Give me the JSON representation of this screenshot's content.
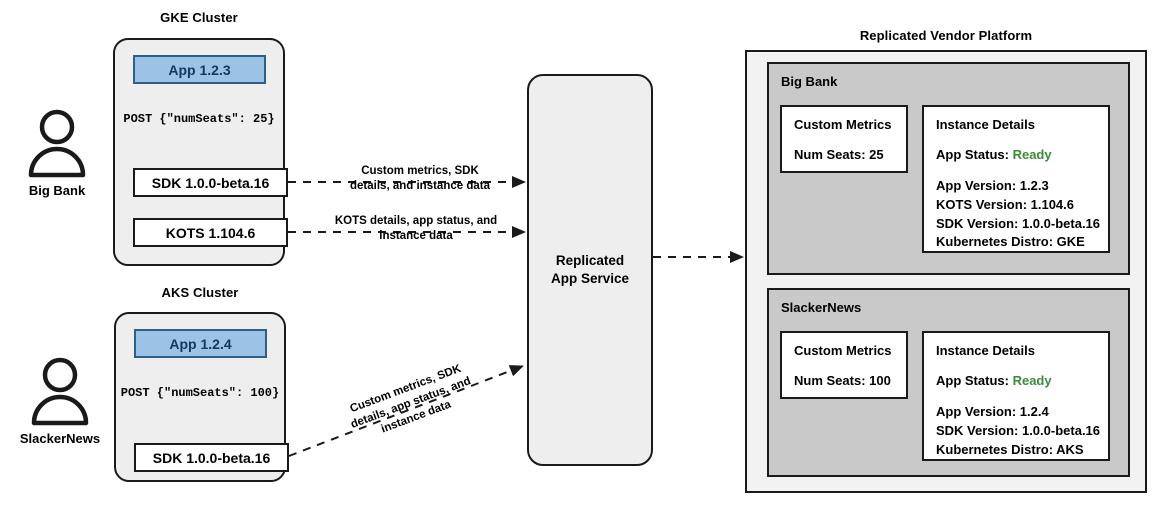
{
  "diagram": {
    "clusters": [
      {
        "title": "GKE Cluster",
        "actor": "Big Bank",
        "app": "App 1.2.3",
        "post": "POST {\"numSeats\": 25}",
        "sdk": "SDK 1.0.0-beta.16",
        "kots": "KOTS 1.104.6"
      },
      {
        "title": "AKS Cluster",
        "actor": "SlackerNews",
        "app": "App 1.2.4",
        "post": "POST {\"numSeats\": 100}",
        "sdk": "SDK 1.0.0-beta.16"
      }
    ],
    "edges": {
      "gke_sdk": "Custom metrics, SDK\ndetails, and instance data",
      "gke_sdk_line1": "Custom metrics, SDK",
      "gke_sdk_line2": "details, and instance data",
      "gke_kots_line1": "KOTS details, app status, and",
      "gke_kots_line2": "instance data",
      "aks_line1": "Custom metrics, SDK",
      "aks_line2": "details, app status, and",
      "aks_line3": "instance data"
    },
    "service": {
      "line1": "Replicated",
      "line2": "App Service"
    },
    "platform": {
      "title": "Replicated Vendor Platform",
      "customers": [
        {
          "name": "Big Bank",
          "metrics": {
            "title": "Custom Metrics",
            "seats_label": "Num Seats: 25"
          },
          "instance": {
            "title": "Instance Details",
            "status_label": "App Status:",
            "status_value": "Ready",
            "lines": [
              "App Version: 1.2.3",
              "KOTS Version: 1.104.6",
              "SDK Version: 1.0.0-beta.16",
              "Kubernetes Distro: GKE"
            ]
          }
        },
        {
          "name": "SlackerNews",
          "metrics": {
            "title": "Custom Metrics",
            "seats_label": "Num Seats: 100"
          },
          "instance": {
            "title": "Instance Details",
            "status_label": "App Status:",
            "status_value": "Ready",
            "lines": [
              "App Version: 1.2.4",
              "SDK Version: 1.0.0-beta.16",
              "Kubernetes Distro: AKS"
            ]
          }
        }
      ]
    },
    "colors": {
      "app_fill": "#9cc3e5",
      "app_border": "#2d5f8b",
      "cluster_fill": "#eeeeee",
      "customer_fill": "#c9c9c9",
      "platform_fill": "#f2f2f2",
      "status_ready": "#3c8a3c",
      "stroke": "#1a1a1a"
    }
  }
}
